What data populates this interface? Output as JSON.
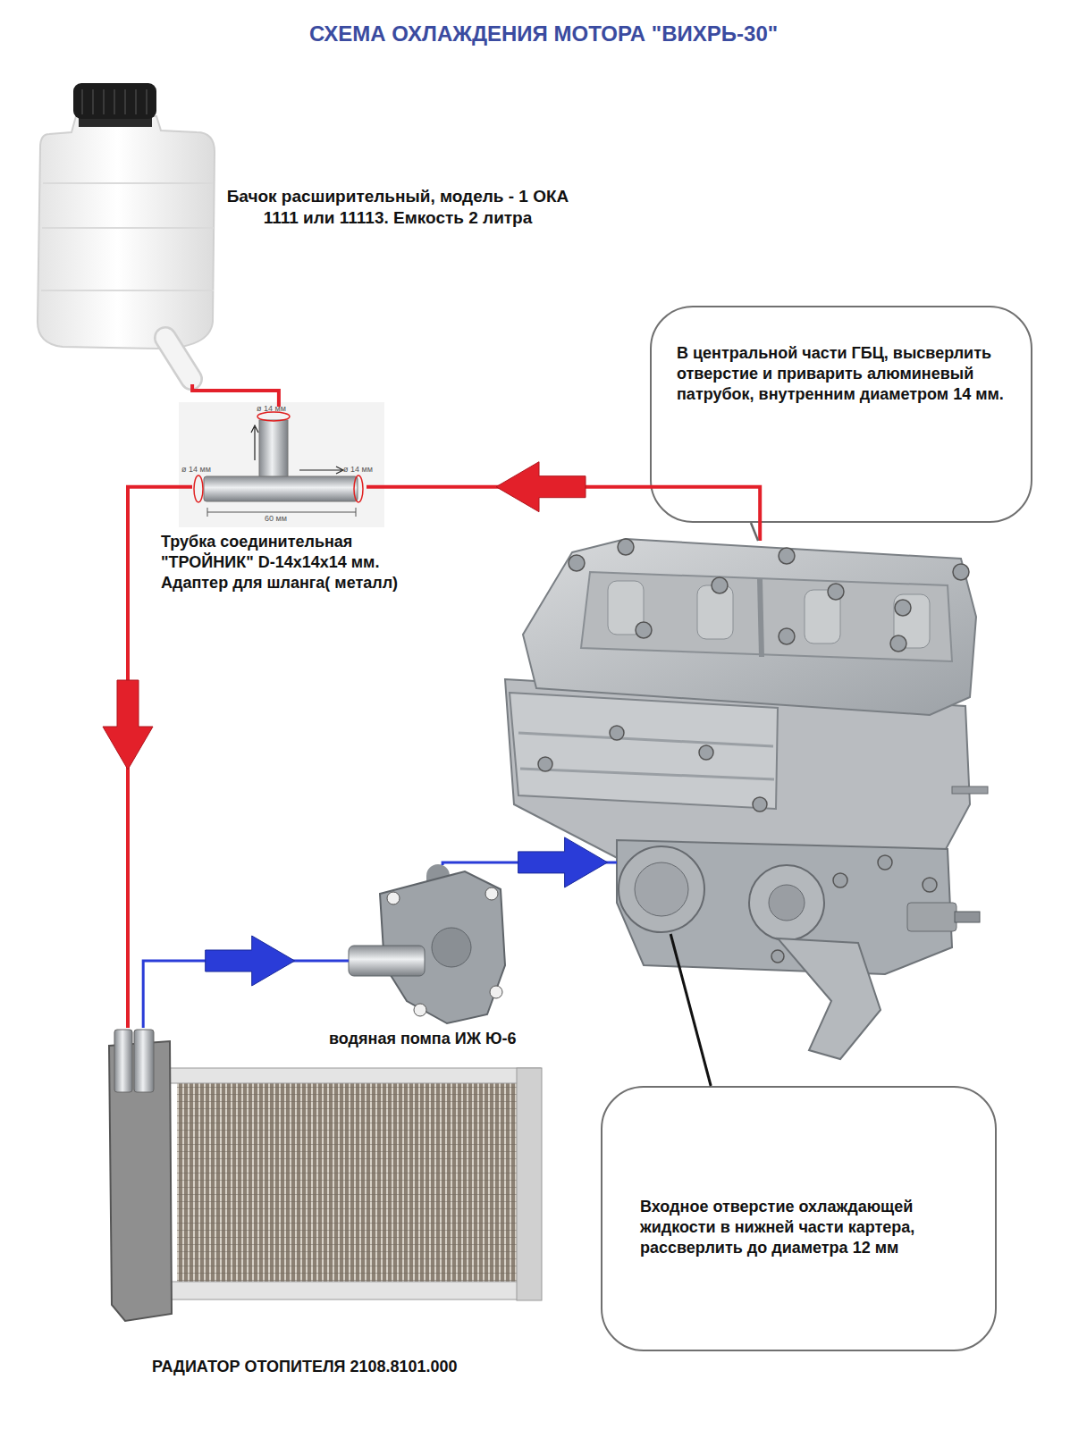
{
  "diagram": {
    "title": "СХЕМА ОХЛАЖДЕНИЯ МОТОРА \"ВИХРЬ-30\"",
    "nodes": [
      {
        "text": [
          "Бачок расширительный, модель - 1 ОКА 1111 или 11113. Емкость 2 литра"
        ]
      },
      {
        "text": [
          "В центральной части ГБЦ, высверлить отверстие и приварить алюминевый патрубок, внутренним диаметром 14 мм."
        ]
      },
      {
        "text": [
          "Трубка соединительная \"ТРОЙНИК\" D-14x14x14 мм. Адаптер для шланга( металл)"
        ]
      },
      {
        "text": []
      },
      {
        "text": [
          "водяная помпа ИЖ Ю-6"
        ]
      },
      {
        "text": [
          "РАДИАТОР ОТОПИТЕЛЯ 2108.8101.000"
        ]
      },
      {
        "text": [
          "Входное отверстие охлаждающей жидкости в нижней части картера, рассверлить до диаметра 12 мм"
        ]
      }
    ],
    "edges": [
      {
        "from": 0,
        "to": 2,
        "arrow": "none"
      },
      {
        "from": 3,
        "to": 2,
        "arrow": "to"
      },
      {
        "from": 2,
        "to": 5,
        "arrow": "to"
      },
      {
        "from": 5,
        "to": 4,
        "arrow": "to"
      },
      {
        "from": 4,
        "to": 3,
        "arrow": "to"
      },
      {
        "from": 1,
        "to": 3,
        "arrow": "none"
      },
      {
        "from": 6,
        "to": 3,
        "arrow": "none"
      }
    ],
    "labels": [
      "ø 14 мм",
      "ø 14 мм",
      "ø 14 мм",
      "60 мм"
    ]
  }
}
